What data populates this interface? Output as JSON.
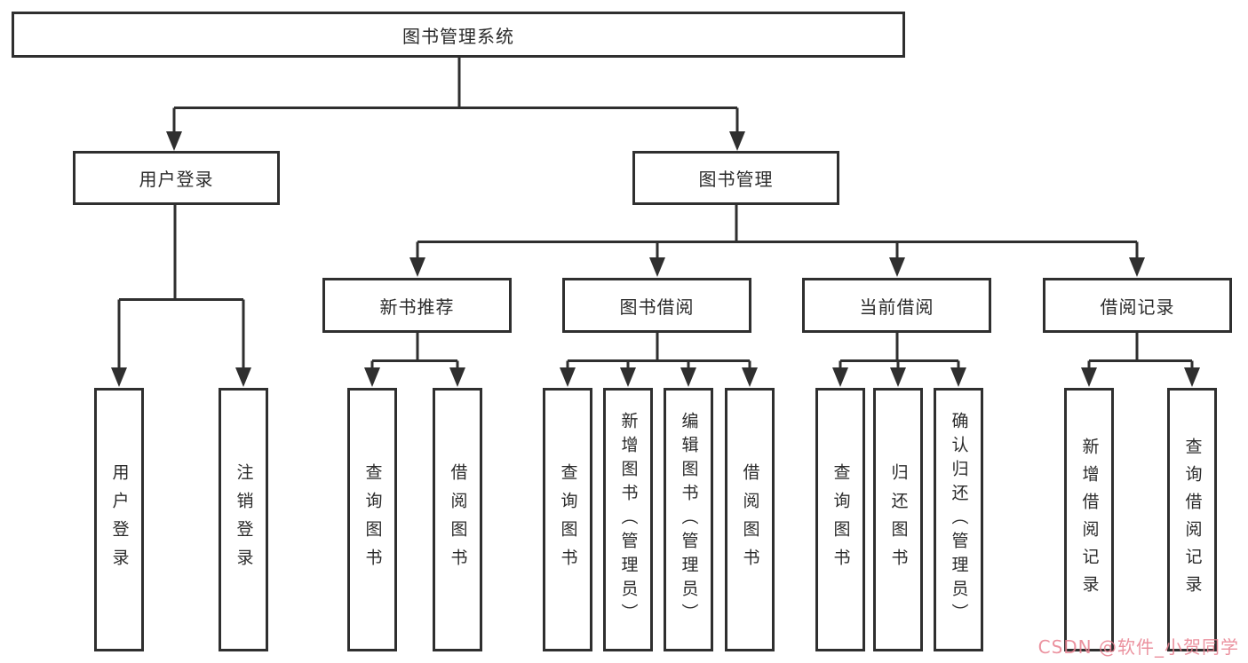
{
  "diagram": {
    "root": {
      "label": "图书管理系统"
    },
    "branches": [
      {
        "label": "用户登录",
        "children": [
          {
            "label": "用户登录"
          },
          {
            "label": "注销登录"
          }
        ]
      },
      {
        "label": "图书管理",
        "children": [
          {
            "label": "新书推荐",
            "children": [
              {
                "label": "查询图书"
              },
              {
                "label": "借阅图书"
              }
            ]
          },
          {
            "label": "图书借阅",
            "children": [
              {
                "label": "查询图书"
              },
              {
                "label": "新增图书（管理员）"
              },
              {
                "label": "编辑图书（管理员）"
              },
              {
                "label": "借阅图书"
              }
            ]
          },
          {
            "label": "当前借阅",
            "children": [
              {
                "label": "查询图书"
              },
              {
                "label": "归还图书"
              },
              {
                "label": "确认归还（管理员）"
              }
            ]
          },
          {
            "label": "借阅记录",
            "children": [
              {
                "label": "新增借阅记录"
              },
              {
                "label": "查询借阅记录"
              }
            ]
          }
        ]
      }
    ]
  },
  "watermark": {
    "text": "CSDN @软件_小贺同学",
    "color": "#e8808f"
  },
  "colors": {
    "line": "#2f2f2f",
    "box_border": "#2f2f2f",
    "text": "#2b2b2b",
    "background": "#ffffff"
  }
}
